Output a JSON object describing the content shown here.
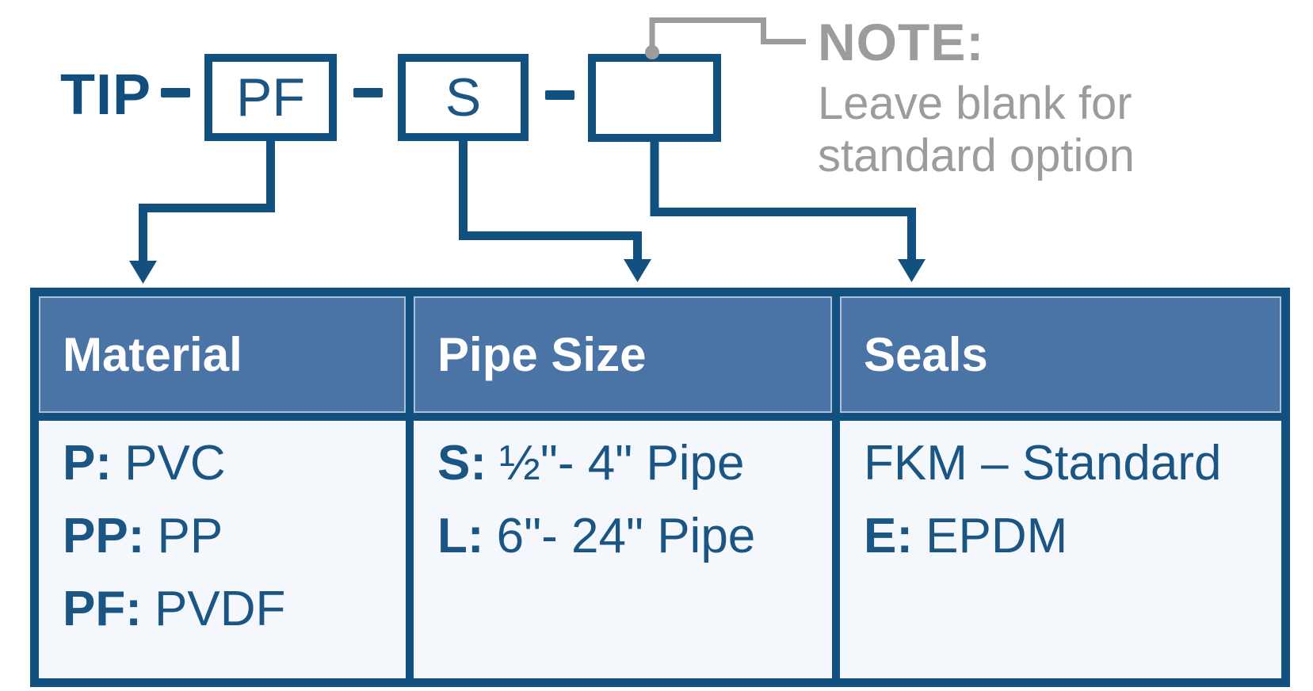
{
  "palette": {
    "line_blue": "#11507f",
    "header_blue": "#4a73a6",
    "text_blue": "#1b5583",
    "body_bg": "#f4f8fd",
    "note_gray": "#9c9c9c",
    "header_text": "#ffffff"
  },
  "part_code": {
    "prefix": "TIP",
    "separator": "-",
    "material_value": "PF",
    "pipe_size_value": "S",
    "seals_value": ""
  },
  "note": {
    "title": "NOTE:",
    "line1": "Leave blank for",
    "line2": "standard option"
  },
  "table": {
    "columns": [
      {
        "header": "Material",
        "rows": [
          {
            "code": "P:",
            "label": "PVC"
          },
          {
            "code": "PP:",
            "label": "PP"
          },
          {
            "code": "PF:",
            "label": "PVDF"
          }
        ]
      },
      {
        "header": "Pipe Size",
        "rows": [
          {
            "code": "S:",
            "label": "½\"- 4\" Pipe"
          },
          {
            "code": "L:",
            "label": "6\"- 24\" Pipe"
          }
        ]
      },
      {
        "header": "Seals",
        "rows": [
          {
            "code": "",
            "label": "FKM – Standard"
          },
          {
            "code": "E:",
            "label": "EPDM"
          }
        ]
      }
    ]
  }
}
